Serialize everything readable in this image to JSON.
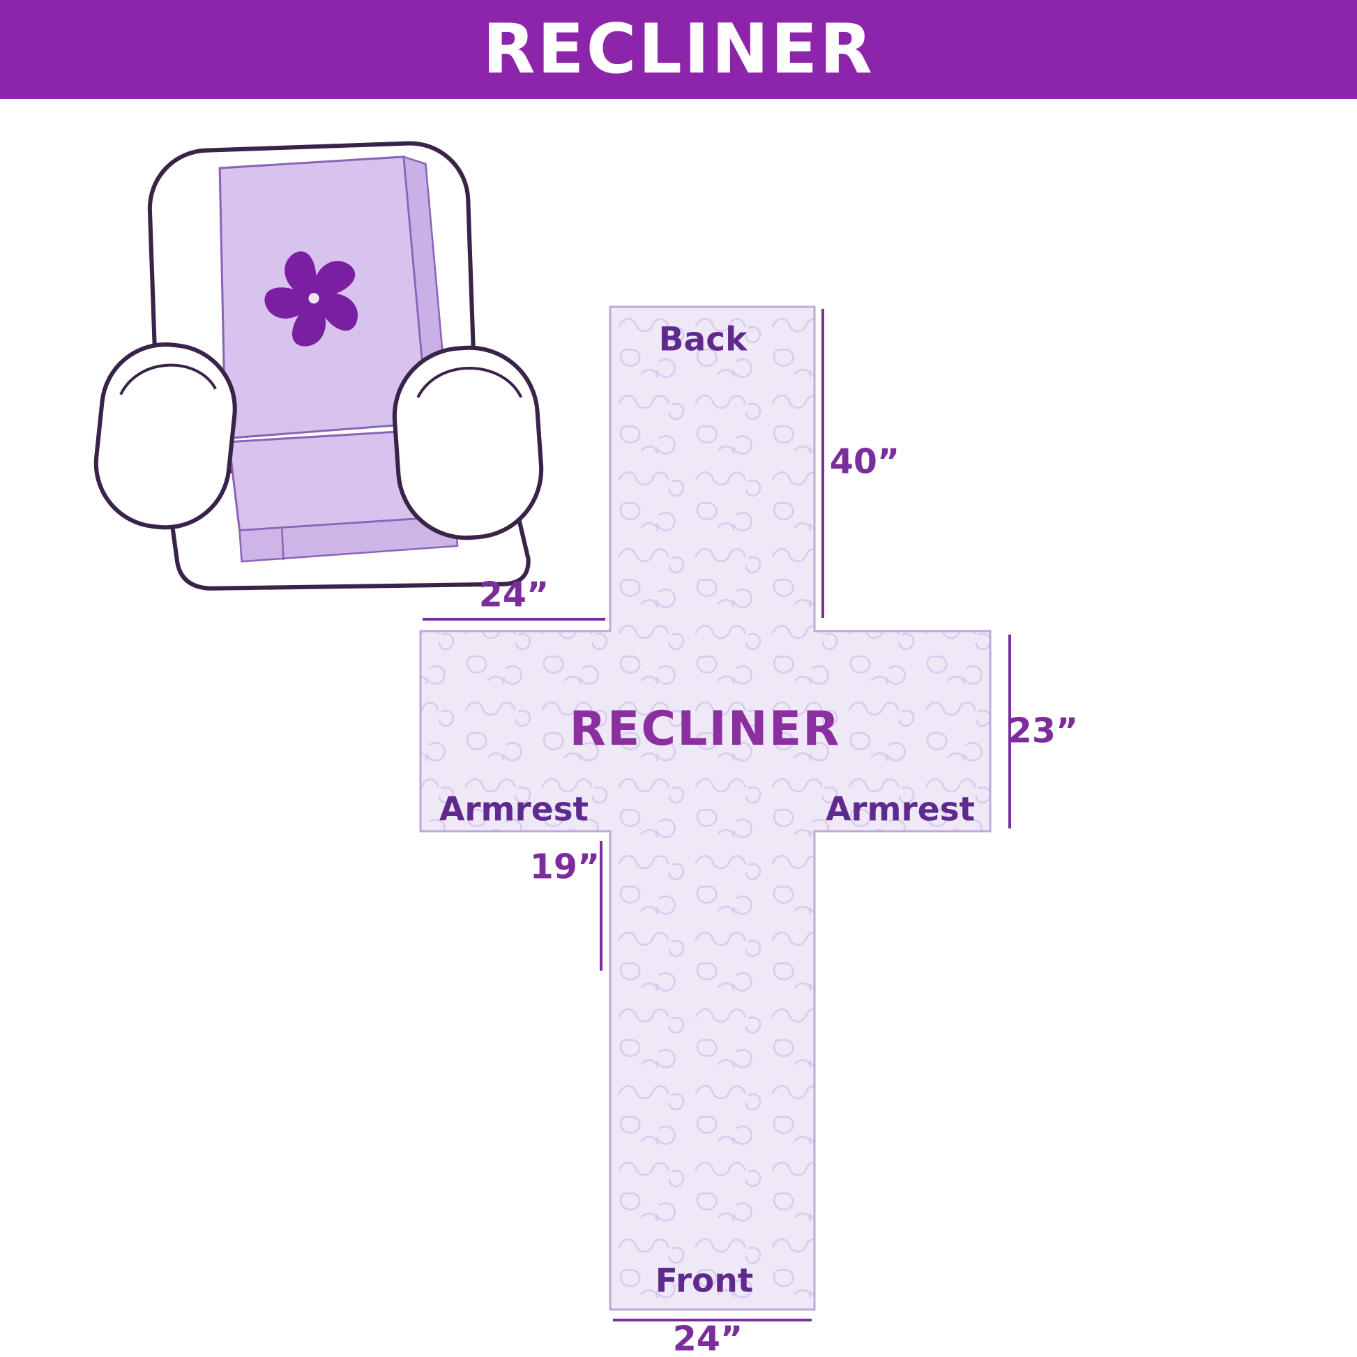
{
  "header": {
    "title": "RECLINER"
  },
  "chair": {
    "description": "armchair with light purple protective cover and pinwheel logo"
  },
  "diagram": {
    "center_label": "RECLINER",
    "sections": {
      "back": "Back",
      "front": "Front",
      "armrest_left": "Armrest",
      "armrest_right": "Armrest"
    },
    "dimensions": {
      "back_height": "40”",
      "back_width": "24”",
      "armrest_height": "23”",
      "front_height": "19”",
      "front_width": "24”"
    }
  },
  "colors": {
    "banner": "#8d25ab",
    "label_text": "#5f2a8e",
    "dimension_text": "#7b2d9c",
    "cover_fill": "#efe9f7",
    "quilt_stitch": "#d8cbec",
    "chair_outline": "#3a2348",
    "cover_lavender": "#d8c3ee",
    "pinwheel": "#7a1fa2"
  }
}
